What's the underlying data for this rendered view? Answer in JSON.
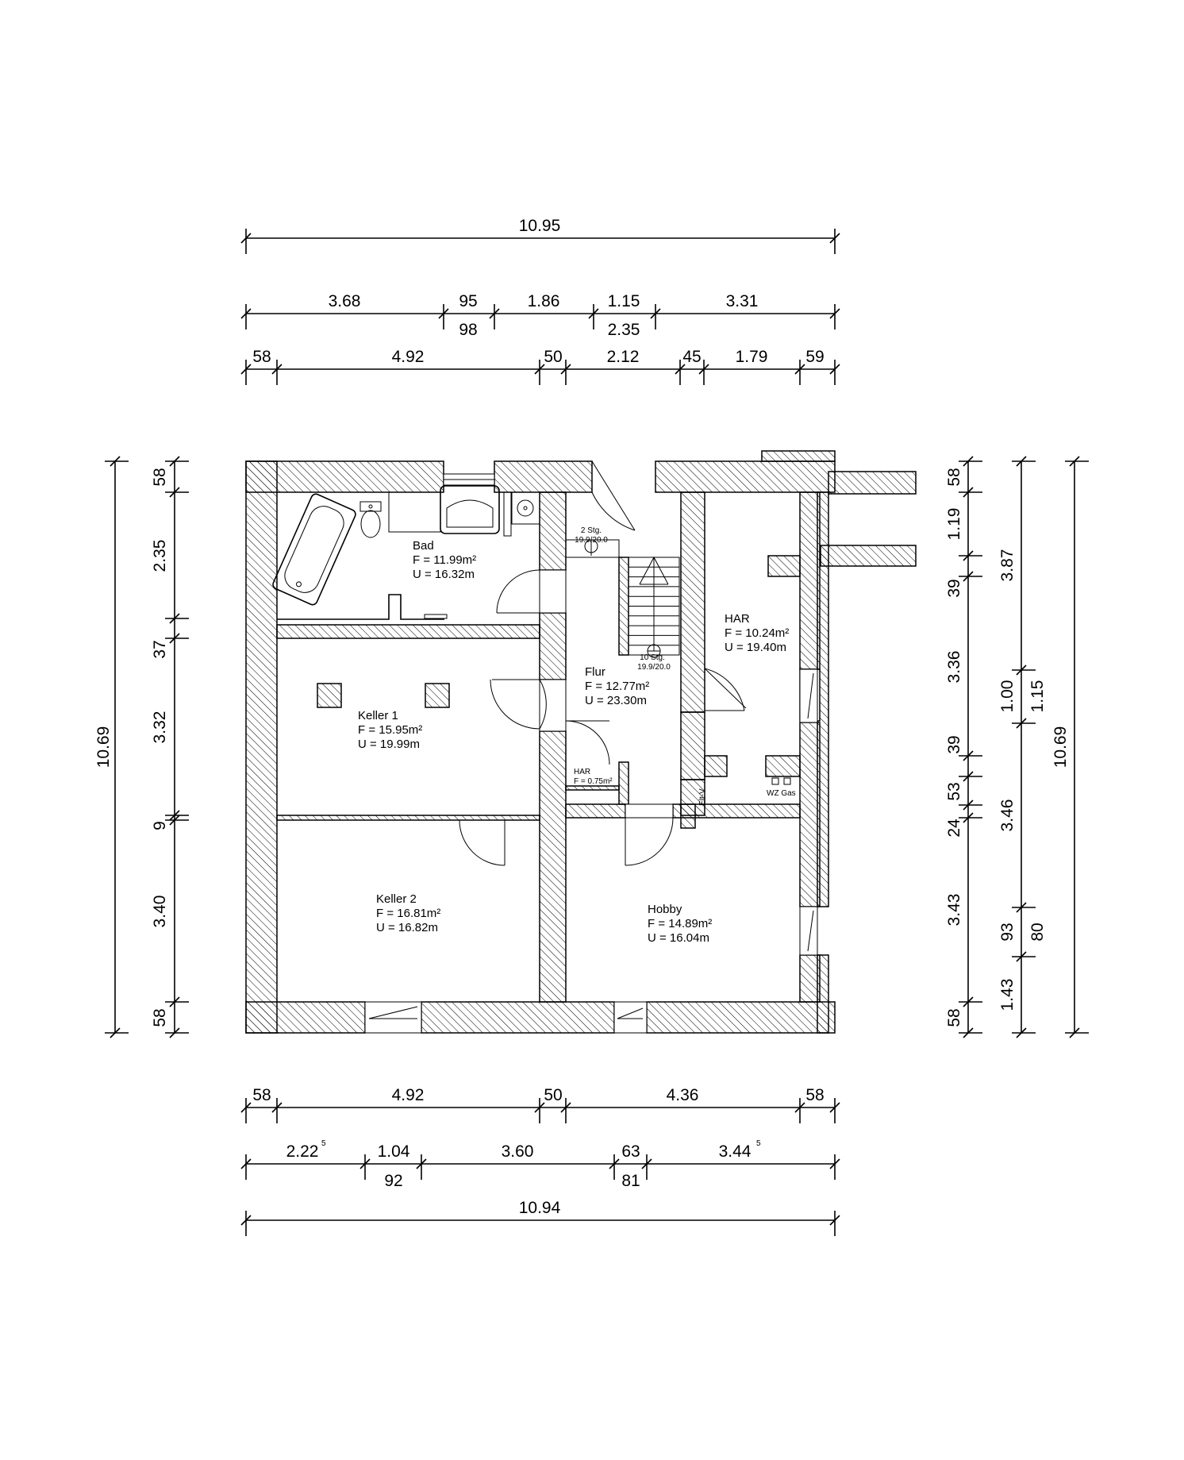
{
  "dims_top": {
    "total": "10.95",
    "r1": [
      "3.68",
      "95",
      "1.86",
      "1.15",
      "3.31"
    ],
    "r1b": [
      "98",
      "2.35"
    ],
    "r2": [
      "58",
      "4.92",
      "50",
      "2.12",
      "45",
      "1.79",
      "59"
    ]
  },
  "dims_bottom": {
    "r1": [
      "58",
      "4.92",
      "50",
      "4.36",
      "58"
    ],
    "r2": [
      "2.22",
      "1.04",
      "3.60",
      "63",
      "3.44"
    ],
    "r2_sup": "5",
    "r2b": [
      "92",
      "81"
    ],
    "total": "10.94"
  },
  "dims_left": {
    "total": "10.69",
    "segments": [
      "58",
      "2.35",
      "37",
      "3.32",
      "9",
      "3.40",
      "58"
    ]
  },
  "dims_right": {
    "inner": [
      "58",
      "1.19",
      "39",
      "3.36",
      "39",
      "53",
      "24",
      "3.43",
      "58"
    ],
    "middle": [
      "3.87",
      "1.00",
      "3.46",
      "93",
      "1.43"
    ],
    "outer_a": [
      "1.15",
      "80"
    ],
    "total": "10.69"
  },
  "rooms": {
    "bad": {
      "name": "Bad",
      "area": "F = 11.99m²",
      "perimeter": "U = 16.32m"
    },
    "keller1": {
      "name": "Keller 1",
      "area": "F = 15.95m²",
      "perimeter": "U = 19.99m"
    },
    "keller2": {
      "name": "Keller 2",
      "area": "F = 16.81m²",
      "perimeter": "U = 16.82m"
    },
    "flur": {
      "name": "Flur",
      "area": "F = 12.77m²",
      "perimeter": "U = 23.30m"
    },
    "har": {
      "name": "HAR",
      "area": "F = 10.24m²",
      "perimeter": "U = 19.40m"
    },
    "har_small": {
      "name": "HAR",
      "area": "F = 0.75m²"
    },
    "hobby": {
      "name": "Hobby",
      "area": "F = 14.89m²",
      "perimeter": "U = 16.04m"
    }
  },
  "stairs": {
    "top": "2 Stg.",
    "top_ratio": "19.9/20.0",
    "bottom": "10 Stg.",
    "bottom_ratio": "19.9/20.0"
  },
  "labels": {
    "elt": "Elt-V",
    "wz": "WZ Gas"
  }
}
